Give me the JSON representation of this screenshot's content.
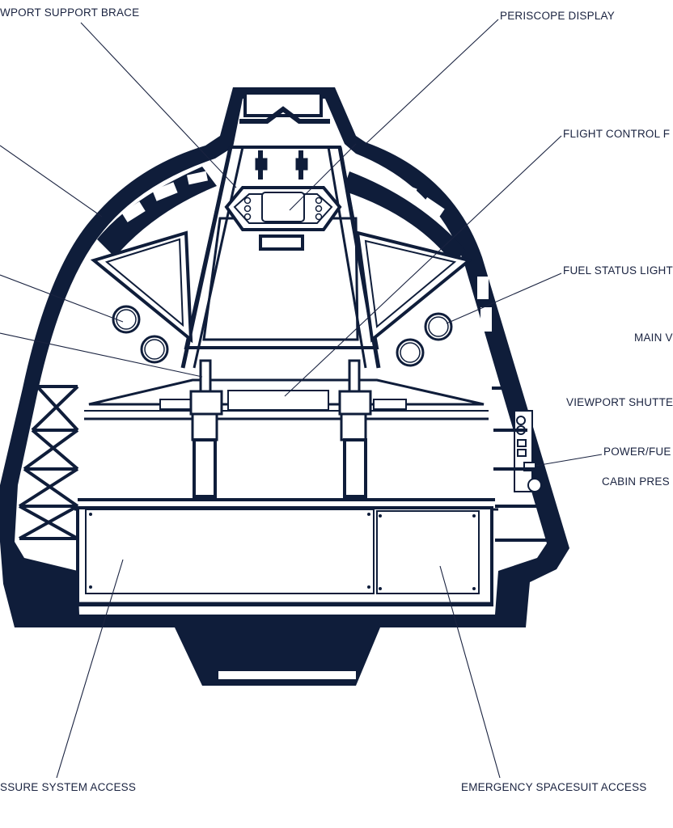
{
  "colors": {
    "ink": "#0f1d3a",
    "paper": "#ffffff",
    "text": "#1a2340"
  },
  "labels": {
    "viewport_support_brace": "WPORT SUPPORT BRACE",
    "periscope_display": "PERISCOPE DISPLAY",
    "flight_control": "FLIGHT CONTROL F",
    "fuel_status_lights": "FUEL STATUS LIGHT",
    "main_v": "MAIN V",
    "viewport_shutter": "VIEWPORT SHUTTE",
    "power_fuel": "POWER/FUE",
    "cabin_pressure": "CABIN PRES",
    "pressure_system_access": "SSURE SYSTEM ACCESS",
    "emergency_spacesuit_access": "EMERGENCY SPACESUIT ACCESS"
  }
}
